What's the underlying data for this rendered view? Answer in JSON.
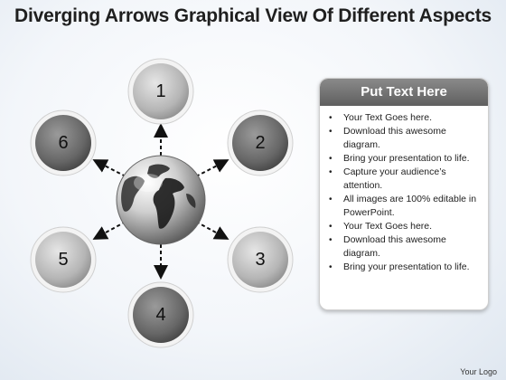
{
  "title": "Diverging Arrows Graphical View Of Different Aspects",
  "diagram": {
    "center": "globe",
    "nodes": [
      {
        "label": "1",
        "shade": "light"
      },
      {
        "label": "2",
        "shade": "dark"
      },
      {
        "label": "3",
        "shade": "light"
      },
      {
        "label": "4",
        "shade": "dark"
      },
      {
        "label": "5",
        "shade": "light"
      },
      {
        "label": "6",
        "shade": "dark"
      }
    ]
  },
  "panel": {
    "heading": "Put Text Here",
    "bullets": [
      "Your Text Goes here.",
      "Download this awesome diagram.",
      "Bring your presentation to life.",
      "Capture your audience’s attention.",
      "All images are 100% editable in PowerPoint.",
      "Your Text Goes here.",
      "Download this awesome diagram.",
      "Bring your presentation to life."
    ]
  },
  "footer": {
    "logo": "Your Logo"
  },
  "colors": {
    "light_node": "#bdbdbd",
    "dark_node": "#6e6e6e",
    "ring": "#f2f2f2",
    "header_bg": "#6f6f6f"
  }
}
